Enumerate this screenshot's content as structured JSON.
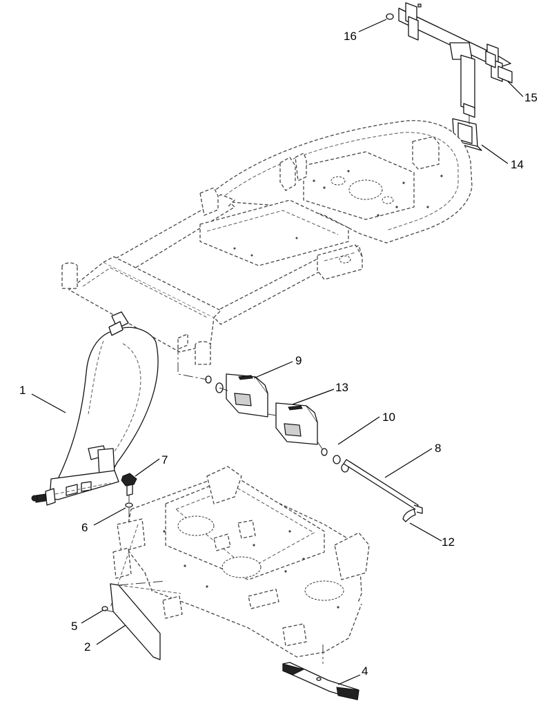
{
  "diagram": {
    "callouts": [
      {
        "id": "c1",
        "label": "1"
      },
      {
        "id": "c2",
        "label": "2"
      },
      {
        "id": "c4",
        "label": "4"
      },
      {
        "id": "c5",
        "label": "5"
      },
      {
        "id": "c6",
        "label": "6"
      },
      {
        "id": "c7",
        "label": "7"
      },
      {
        "id": "c8",
        "label": "8"
      },
      {
        "id": "c9",
        "label": "9"
      },
      {
        "id": "c10",
        "label": "10"
      },
      {
        "id": "c12",
        "label": "12"
      },
      {
        "id": "c13",
        "label": "13"
      },
      {
        "id": "c14",
        "label": "14"
      },
      {
        "id": "c15",
        "label": "15"
      },
      {
        "id": "c16",
        "label": "16"
      }
    ]
  }
}
